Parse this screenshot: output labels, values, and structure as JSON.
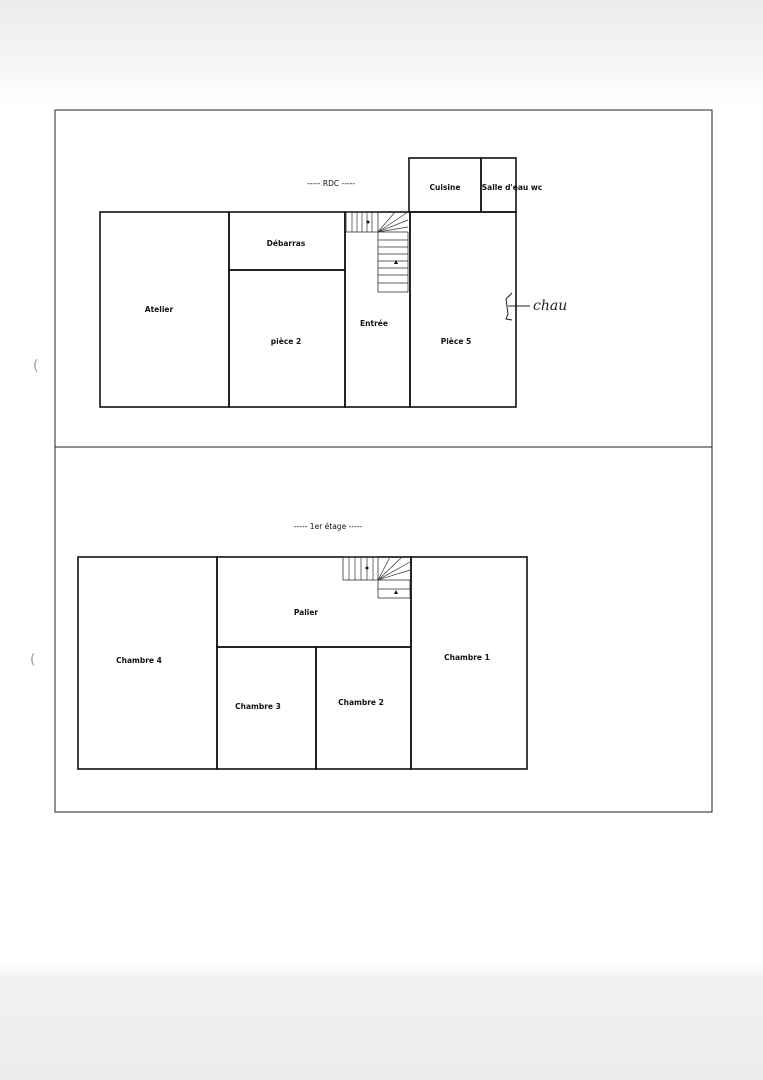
{
  "ground_floor": {
    "title": "----- RDC -----",
    "rooms": {
      "atelier": "Atelier",
      "debarras": "Débarras",
      "piece2": "pièce 2",
      "entree": "Entrée",
      "piece5": "Pièce 5",
      "cuisine": "Cuisine",
      "salle_eau": "Salle d'eau wc"
    },
    "handwritten_note": "chau"
  },
  "first_floor": {
    "title": "----- 1er étage -----",
    "rooms": {
      "chambre4": "Chambre 4",
      "palier": "Palier",
      "chambre3": "Chambre 3",
      "chambre2": "Chambre 2",
      "chambre1": "Chambre 1"
    }
  }
}
